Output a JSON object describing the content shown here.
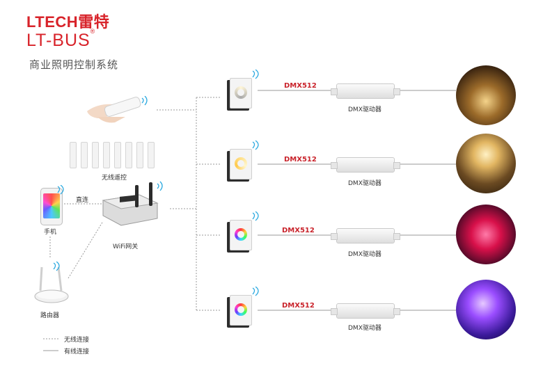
{
  "brand": {
    "company": "LTECH雷特",
    "product": "LT-BUS",
    "registered": "®",
    "subtitle": "商业照明控制系统"
  },
  "labels": {
    "wireless_remote": "无线遥控",
    "phone": "手机",
    "direct": "直连",
    "wifi_gateway": "WiFi网关",
    "router": "路由器"
  },
  "legend": {
    "wireless": "无线连接",
    "wired": "有线连接"
  },
  "channels": [
    {
      "signal": "DMX512",
      "driver": "DMX驱动器",
      "ring": "cct",
      "scene": "gold-hall"
    },
    {
      "signal": "DMX512",
      "driver": "DMX驱动器",
      "ring": "warm",
      "scene": "chandelier"
    },
    {
      "signal": "DMX512",
      "driver": "DMX驱动器",
      "ring": "rgb",
      "scene": "red-club"
    },
    {
      "signal": "DMX512",
      "driver": "DMX驱动器",
      "ring": "rgb",
      "scene": "purple-stage"
    }
  ],
  "colors": {
    "brand_red": "#d8232a",
    "dmx_red": "#c9232b",
    "line": "#999999"
  }
}
